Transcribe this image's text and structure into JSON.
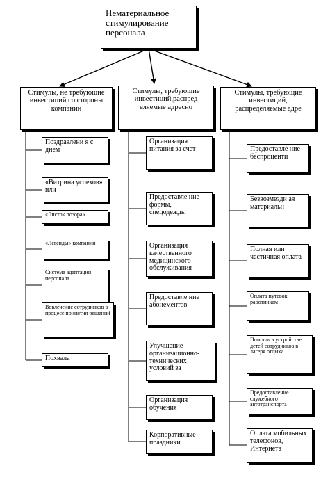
{
  "root": "Нематериальное стимулирование персонала",
  "categories": [
    {
      "title": "Стимулы, не требующие инвестиций со стороны компании",
      "items": [
        "Поздравлени я с днем",
        "«Витрина успехов» или",
        "«Листок позора»",
        "«Легенды» компании",
        "Система адаптации персонала",
        "Вовлечение сотрудников в процесс принятия решений",
        "Похвала"
      ]
    },
    {
      "title": "Стимулы, требующие инвестиций,распред еляемые адресно",
      "items": [
        "Организация питания за счет",
        "Предоставле ние формы, спецодежды",
        "Организация качественного медицинского обслуживания",
        "Предоставле ние абонементов",
        "Улучшение организационно-технических условий за",
        "Организация обучения",
        "Корпоративные праздники"
      ]
    },
    {
      "title": "Стимулы, требующие инвестиций, распределяемые адре",
      "items": [
        "Предоставле ние беспроценти",
        "Безвозмезди ая материальн",
        "Полная или частичная оплата",
        "Оплата путевок работникам",
        "Помощь в устройстве детей сотрудников в лагеря отдыха",
        "Предоставление служебного автотранспорта",
        "Оплата мобильных телефонов, Интернета"
      ]
    }
  ]
}
